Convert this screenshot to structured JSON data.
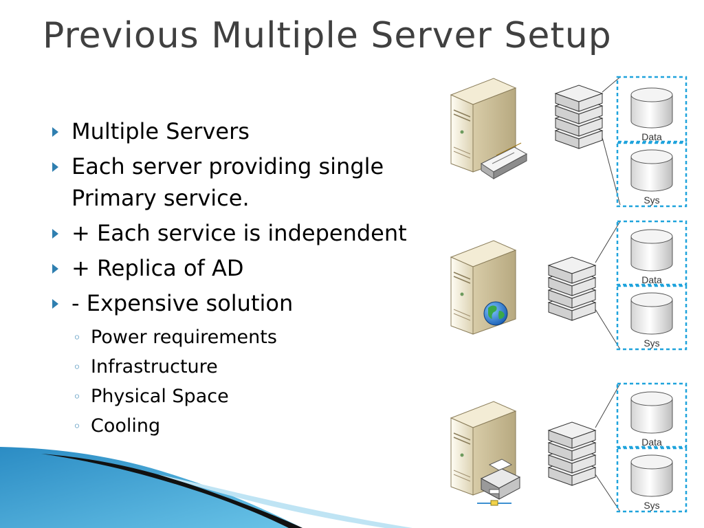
{
  "slide": {
    "title": "Previous Multiple Server Setup",
    "bullets": [
      {
        "text": "Multiple Servers"
      },
      {
        "text": "Each server providing single\nPrimary service."
      },
      {
        "text": "+ Each service is independent"
      },
      {
        "text": "+ Replica of AD"
      },
      {
        "text": "- Expensive solution"
      }
    ],
    "sub_bullets": [
      {
        "text": "Power requirements"
      },
      {
        "text": "Infrastructure"
      },
      {
        "text": "Physical Space"
      },
      {
        "text": "Cooling"
      }
    ]
  },
  "diagram": {
    "rows": [
      {
        "server_badge": "fax-icon",
        "disk_top": "Data",
        "disk_bottom": "Sys"
      },
      {
        "server_badge": "globe-icon",
        "disk_top": "Data",
        "disk_bottom": "Sys"
      },
      {
        "server_badge": "printer-icon",
        "disk_top": "Data",
        "disk_bottom": "Sys"
      }
    ]
  },
  "colors": {
    "bullet_marker": "#2f7fb0",
    "title": "#404040",
    "dashed_box": "#1fa3dc",
    "wave_blue": "#3c9fd0"
  }
}
